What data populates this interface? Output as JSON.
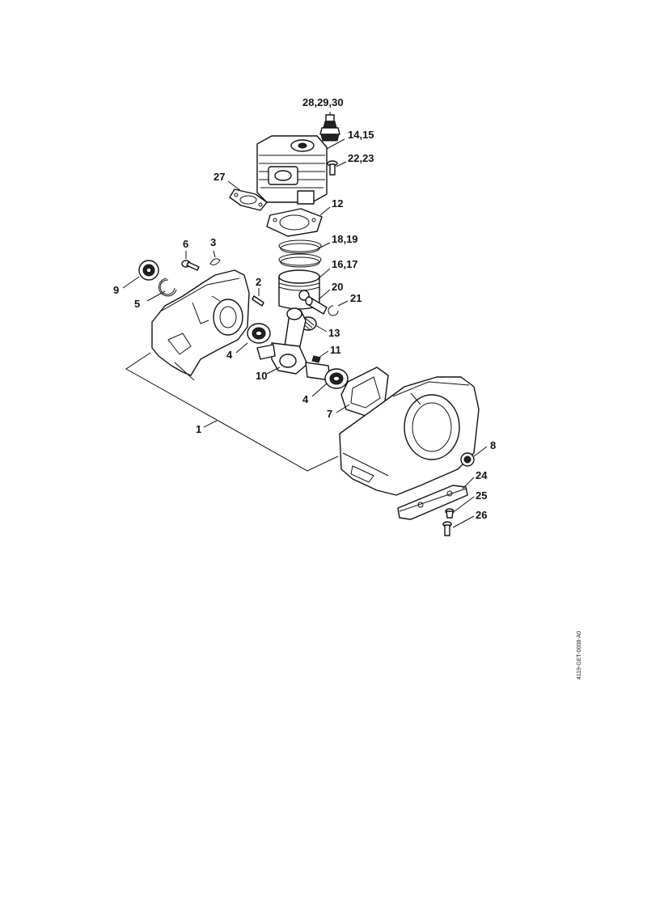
{
  "document_code": "4119-GET-0008-A0",
  "callouts": [
    {
      "id": "c28",
      "text": "28,29,30"
    },
    {
      "id": "c14",
      "text": "14,15"
    },
    {
      "id": "c22",
      "text": "22,23"
    },
    {
      "id": "c27",
      "text": "27"
    },
    {
      "id": "c12",
      "text": "12"
    },
    {
      "id": "c18",
      "text": "18,19"
    },
    {
      "id": "c16",
      "text": "16,17"
    },
    {
      "id": "c6",
      "text": "6"
    },
    {
      "id": "c3",
      "text": "3"
    },
    {
      "id": "c9",
      "text": "9"
    },
    {
      "id": "c5",
      "text": "5"
    },
    {
      "id": "c2",
      "text": "2"
    },
    {
      "id": "c20",
      "text": "20"
    },
    {
      "id": "c21",
      "text": "21"
    },
    {
      "id": "c13",
      "text": "13"
    },
    {
      "id": "c4a",
      "text": "4"
    },
    {
      "id": "c11",
      "text": "11"
    },
    {
      "id": "c10",
      "text": "10"
    },
    {
      "id": "c4b",
      "text": "4"
    },
    {
      "id": "c7",
      "text": "7"
    },
    {
      "id": "c1",
      "text": "1"
    },
    {
      "id": "c8",
      "text": "8"
    },
    {
      "id": "c24",
      "text": "24"
    },
    {
      "id": "c25",
      "text": "25"
    },
    {
      "id": "c26",
      "text": "26"
    }
  ]
}
